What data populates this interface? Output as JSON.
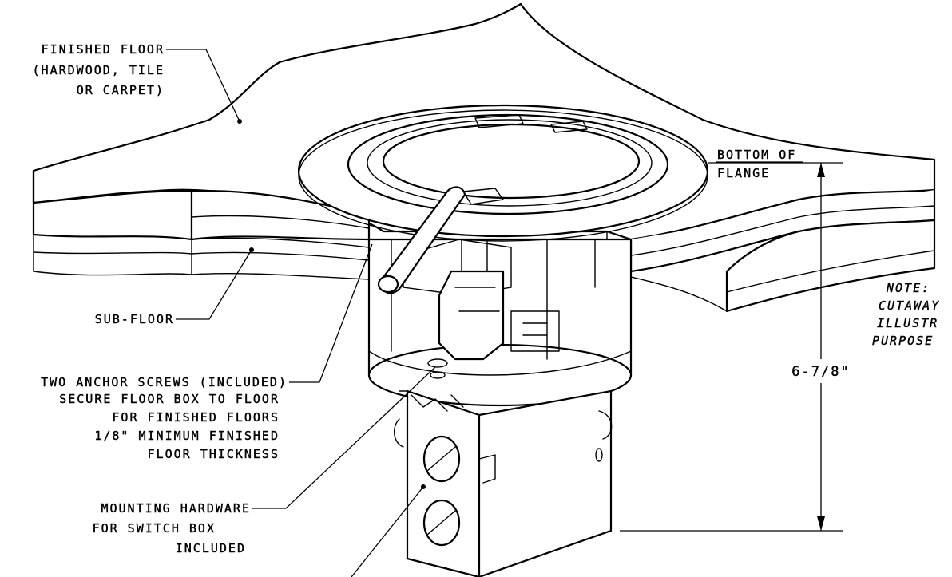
{
  "labels": {
    "finished_floor": [
      "FINISHED FLOOR",
      "(HARDWOOD, TILE",
      "OR CARPET)"
    ],
    "sub_floor": "SUB-FLOOR",
    "anchor_screws": [
      "TWO ANCHOR SCREWS (INCLUDED)",
      "SECURE FLOOR BOX TO FLOOR",
      "FOR FINISHED FLOORS",
      "1/8\" MINIMUM FINISHED",
      "FLOOR THICKNESS"
    ],
    "mounting_hardware": [
      "MOUNTING HARDWARE",
      "FOR SWITCH BOX",
      "INCLUDED"
    ],
    "bottom_of_flange": [
      "BOTTOM OF",
      "FLANGE"
    ],
    "dimension": "6-7/8\"",
    "note": [
      "NOTE:",
      "CUTAWAY",
      "ILLUSTR",
      "PURPOSE"
    ]
  },
  "colors": {
    "ink": "#000000",
    "paper": "#ffffff"
  }
}
